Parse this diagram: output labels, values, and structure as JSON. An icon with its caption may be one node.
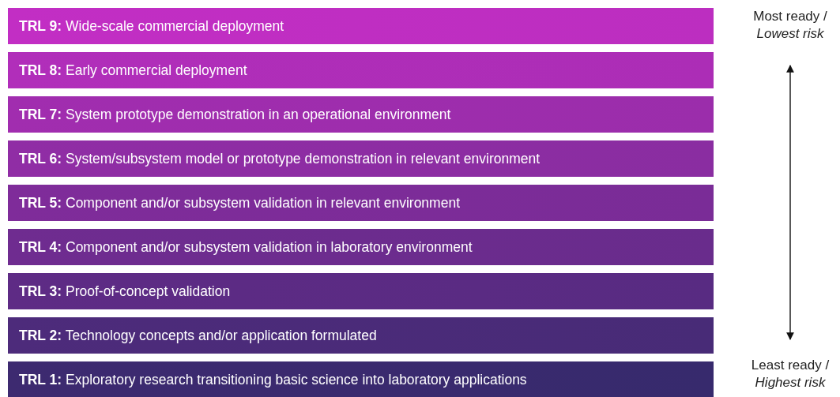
{
  "diagram": {
    "nodes": [
      {
        "text": [
          "**TRL 9:** Wide-scale commercial deployment"
        ]
      },
      {
        "text": [
          "**TRL 8:** Early commercial deployment"
        ]
      },
      {
        "text": [
          "**TRL 7:** System prototype demonstration in an operational environment"
        ]
      },
      {
        "text": [
          "**TRL 6:** System/subsystem model or prototype demonstration in relevant environment"
        ]
      },
      {
        "text": [
          "**TRL 5:** Component and/or subsystem validation in relevant environment"
        ]
      },
      {
        "text": [
          "**TRL 4:** Component and/or subsystem validation in laboratory environment"
        ]
      },
      {
        "text": [
          "**TRL 3:** Proof-of-concept validation"
        ]
      },
      {
        "text": [
          "**TRL 2:** Technology concepts and/or application formulated"
        ]
      },
      {
        "text": [
          "**TRL 1:** Exploratory research transitioning basic science into laboratory applications"
        ]
      },
      {
        "text": [
          "Most ready / *Lowest risk*"
        ]
      },
      {
        "text": [
          "Least ready / *Highest risk*"
        ]
      }
    ],
    "edges": [
      {
        "from": 10,
        "to": 9,
        "arrow": "both"
      }
    ]
  }
}
